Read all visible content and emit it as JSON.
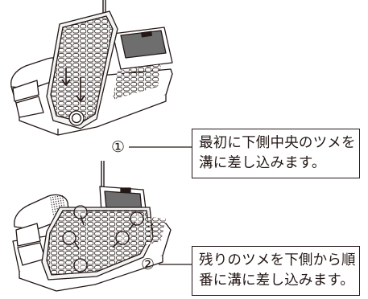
{
  "steps": [
    {
      "number": "①",
      "lines": [
        "最初に下側中央のツメを",
        "溝に差し込みます。"
      ]
    },
    {
      "number": "②",
      "lines": [
        "残りのツメを下側から順",
        "番に溝に差し込みます。"
      ]
    }
  ],
  "colors": {
    "line": "#231815",
    "panel": "#f4f4f4",
    "display": "#6e6e6e"
  }
}
